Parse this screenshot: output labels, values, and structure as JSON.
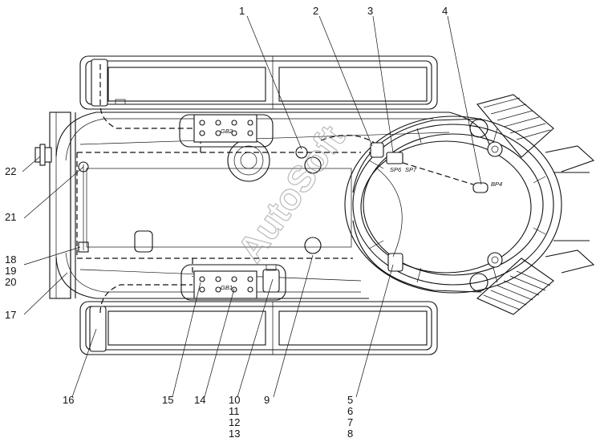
{
  "watermark": "AutoSoft",
  "component_labels": {
    "gb2": "GB2",
    "gb1": "GB1",
    "sp6": "SP6",
    "sp7": "SP7",
    "bp4": "BP4"
  },
  "callouts": {
    "c1": "1",
    "c2": "2",
    "c3": "3",
    "c4": "4",
    "c5": "5",
    "c6": "6",
    "c7": "7",
    "c8": "8",
    "c9": "9",
    "c10": "10",
    "c11": "11",
    "c12": "12",
    "c13": "13",
    "c14": "14",
    "c15": "15",
    "c16": "16",
    "c17": "17",
    "c18": "18",
    "c19": "19",
    "c20": "20",
    "c21": "21",
    "c22": "22"
  }
}
